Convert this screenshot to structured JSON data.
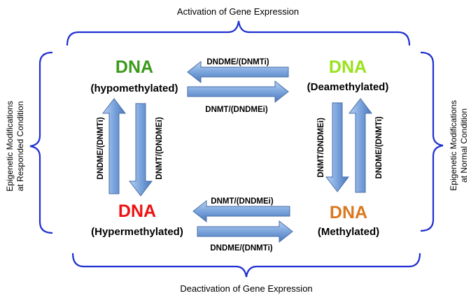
{
  "top_caption": "Activation of Gene Expression",
  "bottom_caption": "Deactivation of Gene Expression",
  "left_caption": {
    "line1": "Epigenetic Modifications",
    "line2": "at Responded Condition"
  },
  "right_caption": {
    "line1": "Epigenetic Modifications",
    "line2": "at Normal Condition"
  },
  "nodes": {
    "top_left": {
      "title": "DNA",
      "state": "(hypomethylated)",
      "color": "#3a9a1a"
    },
    "top_right": {
      "title": "DNA",
      "state": "(Deamethylated)",
      "color": "#99e21a"
    },
    "bottom_left": {
      "title": "DNA",
      "state": "(Hypermethylated)",
      "color": "#ee1111"
    },
    "bottom_right": {
      "title": "DNA",
      "state": "(Methylated)",
      "color": "#d9781e"
    }
  },
  "arrows": {
    "top_left_arrow": "DNDME/(DNMTi)",
    "top_right_arrow": "DNMT/(DNDMEi)",
    "bottom_left_arrow": "DNMT/(DNDMEi)",
    "bottom_right_arrow": "DNDME/(DNMTi)",
    "left_up": "DNDME/(DNMTi)",
    "left_down": "DNMT/(DNDMEi)",
    "right_down": "DNMT/DNDMEi)",
    "right_up": "DNDME/(DNMTi)"
  },
  "colors": {
    "bracket": "#1f2fd1",
    "arrow_fill_light": "#a9c7ef",
    "arrow_fill_dark": "#4f81c7",
    "arrow_stroke": "#4a6fa8"
  }
}
